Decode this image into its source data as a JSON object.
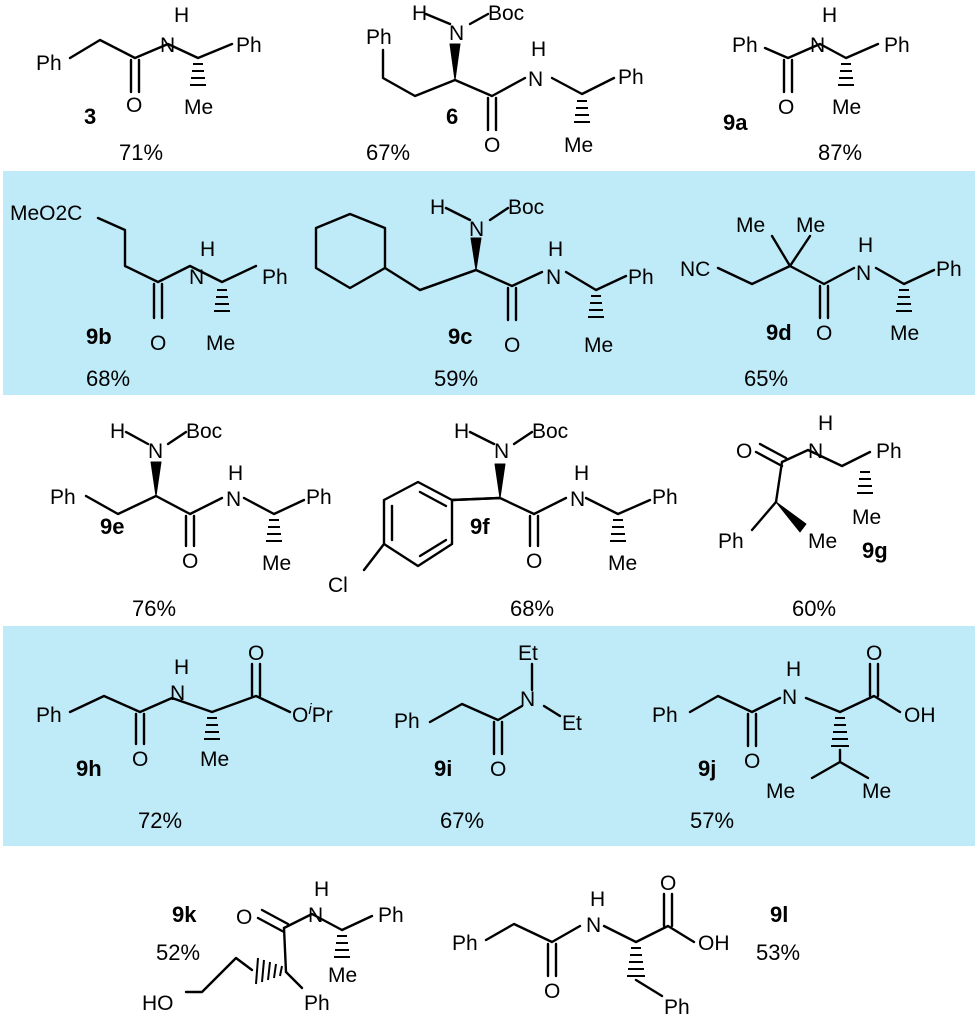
{
  "colors": {
    "band": "#bfeaf7",
    "ink": "#000000",
    "background": "#ffffff"
  },
  "compounds": [
    {
      "id": "3",
      "yield": "71%"
    },
    {
      "id": "6",
      "yield": "67%"
    },
    {
      "id": "9a",
      "yield": "87%"
    },
    {
      "id": "9b",
      "yield": "68%"
    },
    {
      "id": "9c",
      "yield": "59%"
    },
    {
      "id": "9d",
      "yield": "65%"
    },
    {
      "id": "9e",
      "yield": "76%"
    },
    {
      "id": "9f",
      "yield": "68%"
    },
    {
      "id": "9g",
      "yield": "60%"
    },
    {
      "id": "9h",
      "yield": "72%"
    },
    {
      "id": "9i",
      "yield": "67%"
    },
    {
      "id": "9j",
      "yield": "57%"
    },
    {
      "id": "9k",
      "yield": "52%"
    },
    {
      "id": "9l",
      "yield": "53%"
    }
  ],
  "labels": {
    "ph": "Ph",
    "me": "Me",
    "h": "H",
    "n": "N",
    "o": "O",
    "boc": "Boc",
    "meo2c": "MeO2C",
    "nc": "NC",
    "cl": "Cl",
    "et": "Et",
    "oh": "OH",
    "ho": "HO",
    "oipr_o": "O",
    "oipr_i": "i",
    "oipr_pr": "Pr"
  }
}
